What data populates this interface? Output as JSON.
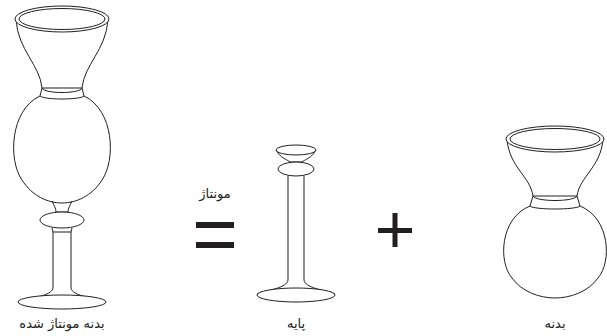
{
  "diagram": {
    "labels": [
      "مونتاژ",
      "بدنه مونتاژ شده",
      "پایه",
      "بدنه"
    ]
  }
}
